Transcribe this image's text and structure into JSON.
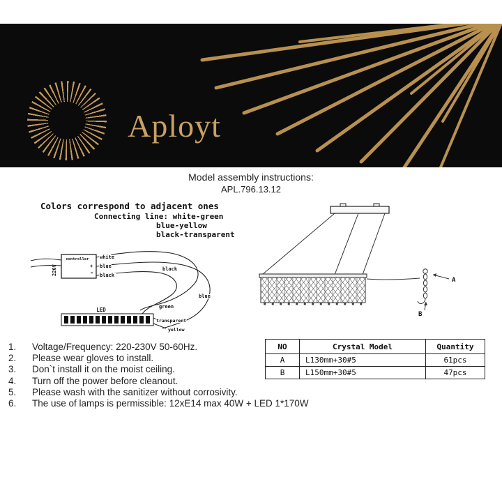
{
  "brand": {
    "name": "Aployt",
    "accent": "#c8a164"
  },
  "page": {
    "title": "Model assembly instructions:",
    "model_code": "APL.796.13.12"
  },
  "wiring": {
    "heading": "Colors correspond to adjacent ones",
    "connecting_lines": [
      "Connecting line: white-green",
      "blue-yellow",
      "black-transparent"
    ],
    "controller_label": "controller",
    "plus": "+",
    "minus": "-",
    "voltage": "220V",
    "near_labels": {
      "white": "white",
      "blue": "blue",
      "black": "black"
    },
    "curve_labels": {
      "black": "black",
      "blue": "blue",
      "green": "green"
    },
    "led": "LED",
    "strip_labels": {
      "transparent": "transparent",
      "yellow": "yellow"
    }
  },
  "fixture": {
    "label_a": "A",
    "label_b": "B"
  },
  "table": {
    "headers": [
      "NO",
      "Crystal Model",
      "Quantity"
    ],
    "rows": [
      {
        "no": "A",
        "model": "L130mm+30#5",
        "qty": "61pcs"
      },
      {
        "no": "B",
        "model": "L150mm+30#5",
        "qty": "47pcs"
      }
    ]
  },
  "notes": [
    {
      "num": "1.",
      "text": "Voltage/Frequency: 220-230V 50-60Hz."
    },
    {
      "num": "2.",
      "text": "Please wear gloves to install."
    },
    {
      "num": "3.",
      "text": "Don`t install it on the moist ceiling."
    },
    {
      "num": "4.",
      "text": "Turn off the power before cleanout."
    },
    {
      "num": "5.",
      "text": "Please wash with the sanitizer without corrosivity."
    },
    {
      "num": "6.",
      "text": "The use of lamps is permissible: 12xE14 max 40W + LED 1*170W"
    }
  ]
}
